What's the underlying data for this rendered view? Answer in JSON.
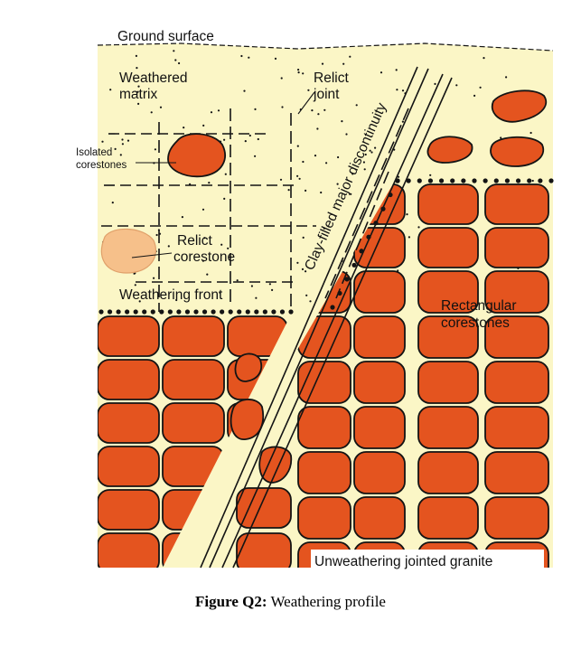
{
  "colors": {
    "matrix": "#fbf6c6",
    "corestone": "#e4541f",
    "relict_corestone": "#f6c08a",
    "outline": "#141414",
    "background": "#ffffff"
  },
  "labels": {
    "ground_surface": "Ground surface",
    "weathered_matrix": [
      "Weathered",
      "matrix"
    ],
    "relict_joint": [
      "Relict",
      "joint"
    ],
    "isolated_corestones": [
      "Isolated",
      "corestones"
    ],
    "clay_filled": "Clay-filled major discontinuity",
    "relict_corestone": [
      "Relict",
      "corestone"
    ],
    "weathering_front": "Weathering front",
    "rectangular_corestones": [
      "Rectangular",
      "corestones"
    ],
    "unweathering": "Unweathering jointed granite"
  },
  "caption": {
    "prefix": "Figure Q2:",
    "text": "Weathering profile"
  }
}
